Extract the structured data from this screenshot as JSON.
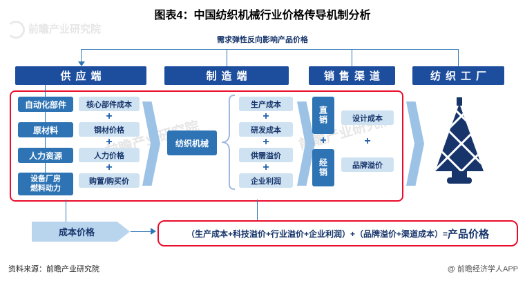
{
  "title": "图表4：中国纺织机械行业价格传导机制分析",
  "feedback_label": "需求弹性反向影响产品价格",
  "headers": {
    "supply": "供应端",
    "manufacturing": "制造端",
    "sales": "销售渠道",
    "factory": "纺织工厂"
  },
  "supply": {
    "inputs": [
      "自动化部件",
      "原材料",
      "人力资源",
      "设备厂房\n燃料动力"
    ],
    "costs": [
      "核心部件成本",
      "钢材价格",
      "人力价格",
      "购置/购买价"
    ]
  },
  "manufacturing": {
    "product": "纺织机械",
    "cost_items": [
      "生产成本",
      "研发成本",
      "供需溢价",
      "企业利润"
    ]
  },
  "sales": {
    "channels": [
      "直销",
      "经销"
    ],
    "cost_items": [
      "设计成本",
      "品牌溢价"
    ]
  },
  "symbols": {
    "plus": "+"
  },
  "bottom": {
    "cost_price": "成本价格",
    "formula": "（生产成本+科技溢价+行业溢价+企业利润）+（品牌溢价+渠道成本）=",
    "formula_result": "产品价格"
  },
  "footer": {
    "source": "资料来源：前瞻产业研究院",
    "brand": "@ 前瞻经济学人APP"
  },
  "watermark": {
    "text": "前瞻产业研究院"
  },
  "icons": {
    "factory": "yarn-spool",
    "watermark_logo": "ring",
    "section_arrow": "chevron-right"
  },
  "colors": {
    "header_blue": "#1d4e9e",
    "mid_blue": "#2e74b5",
    "light_blue": "#cfe2f2",
    "pale_blue": "#b9d5ee",
    "chevron_blue": "#9cc2e5",
    "frame_red": "#ea0b2a",
    "navy_text": "#17356b"
  }
}
